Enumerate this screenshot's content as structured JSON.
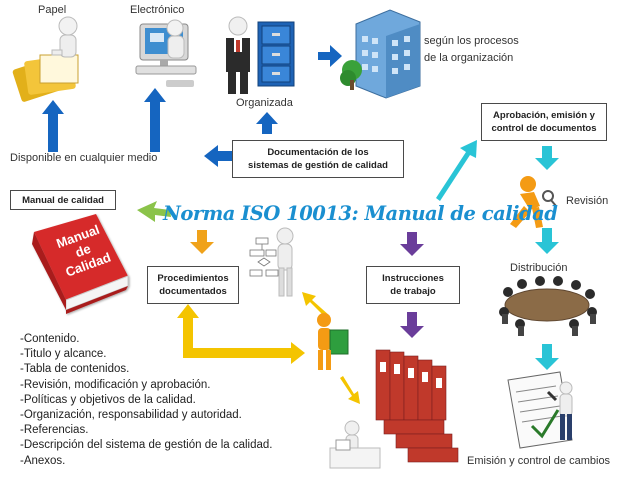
{
  "labels": {
    "papel": "Papel",
    "electronico": "Electrónico",
    "segun": "según los procesos",
    "organizacion": "de la organización",
    "organizada": "Organizada",
    "disponible": "Disponible en cualquier medio",
    "revision": "Revisión",
    "distribucion": "Distribución",
    "emision_control": "Emisión y control de cambios"
  },
  "boxes": {
    "documentacion": [
      "Documentación de los",
      "sistemas de gestión de calidad"
    ],
    "aprobacion": [
      "Aprobación, emisión y",
      "control de documentos"
    ],
    "manual": "Manual de calidad",
    "procedimientos": [
      "Procedimientos",
      "documentados"
    ],
    "instrucciones": [
      "Instrucciones",
      "de trabajo"
    ]
  },
  "title": "Norma ISO 10013: Manual de calidad",
  "book_title": [
    "Manual",
    "de",
    "Calidad"
  ],
  "contents": [
    "-Contenido.",
    "-Titulo y alcance.",
    "-Tabla de contenidos.",
    "-Revisión, modificación y aprobación.",
    "-Políticas y objetivos de la calidad.",
    "-Organización, responsabilidad y autoridad.",
    "-Referencias.",
    "-Descripción del sistema de gestión de la calidad.",
    "-Anexos."
  ],
  "colors": {
    "blue_arrow": "#1565c0",
    "green_arrow": "#8bc34a",
    "cyan_arrow": "#29c4d6",
    "orange_arrow": "#f0a21a",
    "yellow_arrow": "#f4c400",
    "purple_arrow": "#6a3d9a",
    "title": "#1a8fd0",
    "book": "#d62a2a"
  }
}
